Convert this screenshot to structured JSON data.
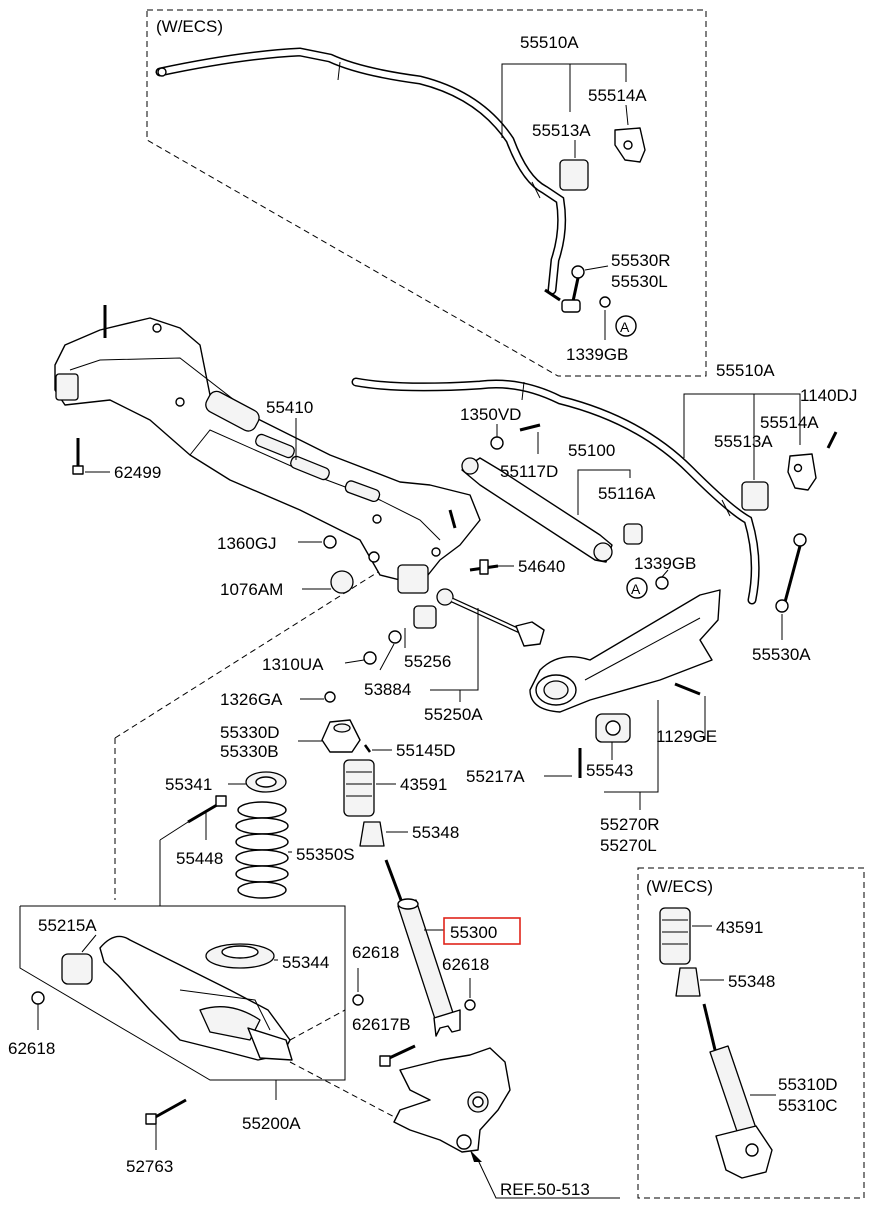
{
  "labels": {
    "wecs_top": "(W/ECS)",
    "p55510A_top": "55510A",
    "p55514A_top": "55514A",
    "p55513A_top": "55513A",
    "p55530R": "55530R",
    "p55530L": "55530L",
    "marker_A_top": "A",
    "p1339GB_top": "1339GB",
    "p55410": "55410",
    "p62499": "62499",
    "p1360GJ": "1360GJ",
    "p1076AM": "1076AM",
    "p1350VD": "1350VD",
    "p55117D": "55117D",
    "p55100": "55100",
    "p55116A": "55116A",
    "p54640": "54640",
    "p55510A_right": "55510A",
    "p1140DJ": "1140DJ",
    "p55514A_right": "55514A",
    "p55513A_right": "55513A",
    "p1339GB_right": "1339GB",
    "marker_A_right": "A",
    "p55530A": "55530A",
    "p1310UA": "1310UA",
    "p55256": "55256",
    "p53884": "53884",
    "p55250A": "55250A",
    "p1326GA": "1326GA",
    "p55330D": "55330D",
    "p55330B": "55330B",
    "p55145D": "55145D",
    "p55341": "55341",
    "p43591_main": "43591",
    "p55217A": "55217A",
    "p55543": "55543",
    "p1129GE": "1129GE",
    "p55448": "55448",
    "p55350S": "55350S",
    "p55348_main": "55348",
    "p55270R": "55270R",
    "p55270L": "55270L",
    "p55215A": "55215A",
    "p55300": "55300",
    "p55344": "55344",
    "p62618_a": "62618",
    "p62618_b": "62618",
    "p62618_left": "62618",
    "p62617B": "62617B",
    "p55200A": "55200A",
    "p52763": "52763",
    "ref": "REF.50-513",
    "wecs_bottom": "(W/ECS)",
    "p43591_ecs": "43591",
    "p55348_ecs": "55348",
    "p55310D": "55310D",
    "p55310C": "55310C"
  },
  "highlight": {
    "part": "55300",
    "color": "#e0241b"
  }
}
